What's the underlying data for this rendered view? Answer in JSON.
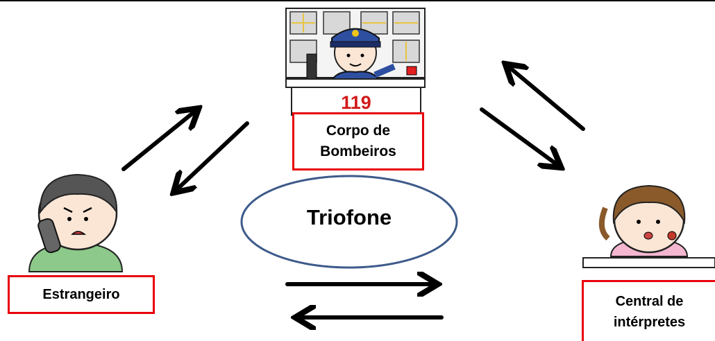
{
  "nodes": {
    "fire_department": {
      "line1": "Corpo de",
      "line2": "Bombeiros",
      "sign_number": "119"
    },
    "foreigner": {
      "label": "Estrangeiro"
    },
    "interpreter_center": {
      "line1": "Central de",
      "line2": "intérpretes"
    }
  },
  "center": {
    "label": "Triofone"
  },
  "colors": {
    "label_border": "#e8000b",
    "ellipse_border": "#3d5a8a",
    "arrow": "#000000"
  }
}
